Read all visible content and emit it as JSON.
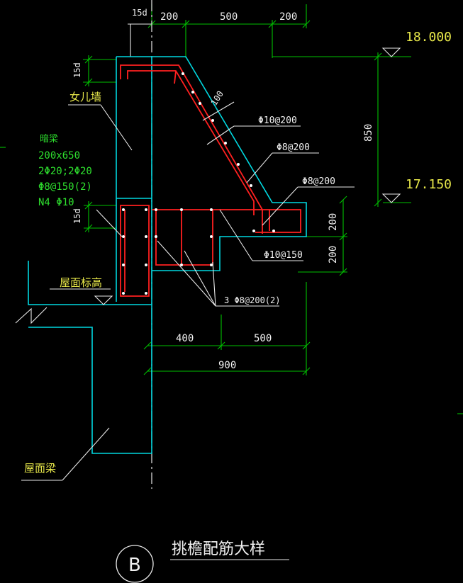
{
  "labels": {
    "anchor_top": "15d",
    "anchor_left_top": "15d",
    "anchor_left_bottom": "15d",
    "dim_top_left": "200",
    "dim_top_mid": "500",
    "dim_top_right": "200",
    "dim_100": "100",
    "dim_850": "850",
    "dim_200_upper": "200",
    "dim_200_lower": "200",
    "dim_400": "400",
    "dim_500": "500",
    "dim_900": "900",
    "elev_top": "18.000",
    "elev_bottom": "17.150",
    "parapet": "女儿墙",
    "rebar_10_200": "Φ10@200",
    "rebar_8_200_a": "Φ8@200",
    "rebar_8_200_b": "Φ8@200",
    "rebar_10_150": "Φ10@150",
    "rebar_stirrups": "3 Φ8@200(2)",
    "roof_level": "屋面标高",
    "roof_beam": "屋面梁",
    "beam_title": "暗梁",
    "beam_size": "200x650",
    "beam_main": "2Φ20;2Φ20",
    "beam_stirrup": "Φ8@150(2)",
    "beam_side": "N4 Φ10",
    "detail_mark": "B",
    "detail_title": "挑檐配筋大样"
  },
  "colors": {
    "background": "#000000",
    "outline": "#00d8e0",
    "dimension": "#00c000",
    "rebar": "#ff2020",
    "text": "#f0f0f0",
    "elevation_text": "#e8e84a",
    "beam_note_text": "#2ee02e"
  }
}
